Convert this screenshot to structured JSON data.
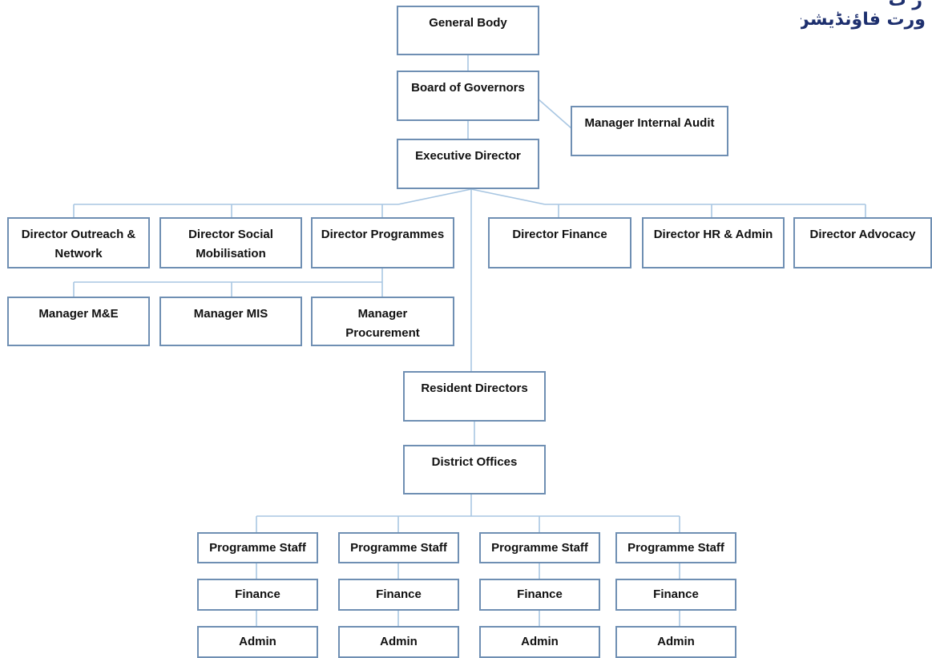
{
  "logo": {
    "top_text": "ر ٹ",
    "urdu_text": "ورت فاؤنڈیشن"
  },
  "nodes": {
    "general_body": "General Body",
    "board_of_governors": "Board of Governors",
    "manager_internal_audit": "Manager Internal Audit",
    "executive_director": "Executive Director",
    "director_outreach": "Director Outreach & Network",
    "director_social": "Director Social Mobilisation",
    "director_programmes": "Director Programmes",
    "director_finance": "Director Finance",
    "director_hr": "Director HR & Admin",
    "director_advocacy": "Director Advocacy",
    "manager_me": "Manager M&E",
    "manager_mis": "Manager MIS",
    "manager_procurement": "Manager Procurement",
    "resident_directors": "Resident Directors",
    "district_offices": "District Offices",
    "programme_staff": "Programme Staff",
    "finance": "Finance",
    "admin": "Admin"
  },
  "edges": [
    [
      "general_body",
      "board_of_governors"
    ],
    [
      "board_of_governors",
      "executive_director"
    ],
    [
      "board_of_governors",
      "manager_internal_audit"
    ],
    [
      "executive_director",
      "director_outreach"
    ],
    [
      "executive_director",
      "director_social"
    ],
    [
      "executive_director",
      "director_programmes"
    ],
    [
      "executive_director",
      "director_finance"
    ],
    [
      "executive_director",
      "director_hr"
    ],
    [
      "executive_director",
      "director_advocacy"
    ],
    [
      "director_programmes",
      "manager_me"
    ],
    [
      "director_programmes",
      "manager_mis"
    ],
    [
      "director_programmes",
      "manager_procurement"
    ],
    [
      "executive_director",
      "resident_directors"
    ],
    [
      "resident_directors",
      "district_offices"
    ],
    [
      "district_offices",
      "programme_staff"
    ],
    [
      "programme_staff",
      "finance"
    ],
    [
      "finance",
      "admin"
    ]
  ]
}
